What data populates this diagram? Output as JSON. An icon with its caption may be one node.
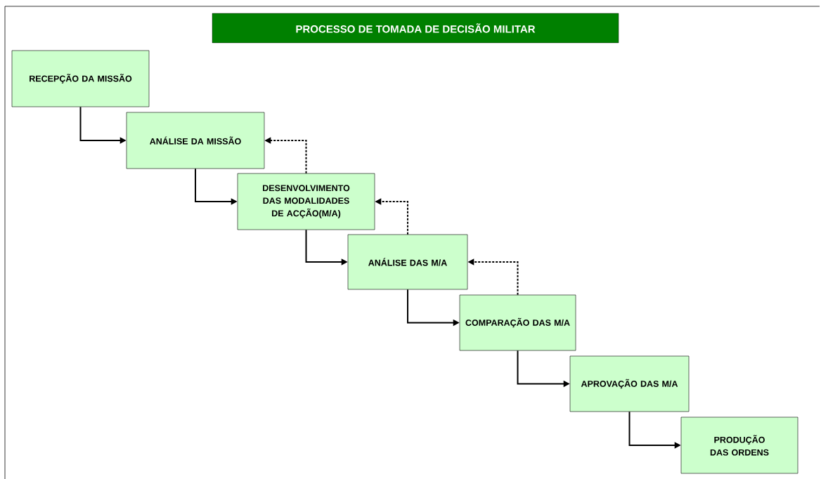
{
  "diagram": {
    "title": "PROCESSO DE TOMADA DE DECISÃO MILITAR",
    "nodes": [
      {
        "text": [
          "RECEPÇÃO DA MISSÃO"
        ]
      },
      {
        "text": [
          "ANÁLISE DA MISSÃO"
        ]
      },
      {
        "text": [
          "DESENVOLVIMENTO DAS MODALIDADES DE ACÇÃO(M/A)"
        ]
      },
      {
        "text": [
          "ANÁLISE DAS M/A"
        ]
      },
      {
        "text": [
          "COMPARAÇÃO DAS M/A"
        ]
      },
      {
        "text": [
          "APROVAÇÃO DAS M/A"
        ]
      },
      {
        "text": [
          "PRODUÇÃO DAS ORDENS"
        ]
      }
    ],
    "edges": [
      {
        "from": 0,
        "to": 1,
        "arrow": "to"
      },
      {
        "from": 1,
        "to": 2,
        "arrow": "to"
      },
      {
        "from": 2,
        "to": 3,
        "arrow": "to"
      },
      {
        "from": 3,
        "to": 4,
        "arrow": "to"
      },
      {
        "from": 4,
        "to": 5,
        "arrow": "to"
      },
      {
        "from": 5,
        "to": 6,
        "arrow": "to"
      },
      {
        "from": 2,
        "to": 1,
        "arrow": "to",
        "style": "dashed"
      },
      {
        "from": 3,
        "to": 2,
        "arrow": "to",
        "style": "dashed"
      },
      {
        "from": 4,
        "to": 3,
        "arrow": "to",
        "style": "dashed"
      }
    ]
  }
}
